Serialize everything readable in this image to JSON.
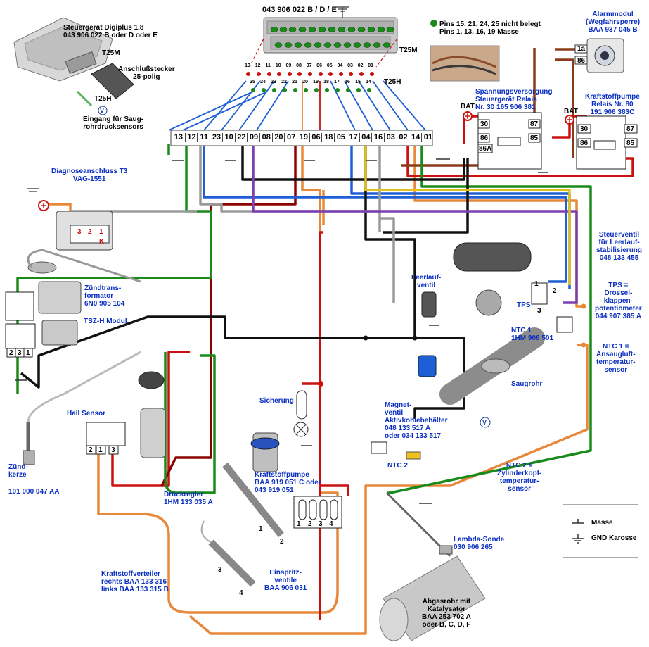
{
  "title_main": "Steuergerät Digiplus 1.8",
  "ecu_partno": "043 906 022 B oder D oder E",
  "top_partno": "043 906 022 B / D / E",
  "t25m": "T25M",
  "t25m_2": "T25M",
  "t25h": "T25H",
  "t25h_2": "T25H",
  "connector_label": [
    "Anschlußstecker",
    "25-polig"
  ],
  "intake_signal": [
    "Eingang für Saug-",
    "rohrdrucksensors"
  ],
  "pins_note": [
    "Pins 15, 21, 24, 25 nicht belegt",
    "Pins 1, 13, 16, 19 Masse"
  ],
  "alarm": [
    "Alarmmodul",
    "(Wegfahrsperre)",
    "BAA 937 045 B"
  ],
  "alarm_pins": [
    "1a",
    "86"
  ],
  "relay_ecu": [
    "Spannungsversorgung",
    "Steuergerät Relais",
    "Nr. 30   165 906 381"
  ],
  "relay_pump": [
    "Kraftstoffpumpe",
    "Relais Nr. 80",
    "191 906 383C"
  ],
  "bat": "BAT",
  "relay1_pins": [
    "30",
    "87",
    "86",
    "85",
    "86A"
  ],
  "relay2_pins": [
    "30",
    "87",
    "86",
    "85"
  ],
  "diag": [
    "Diagnoseanschluss T3",
    "VAG-1551"
  ],
  "diag_pins": [
    "3",
    "2",
    "1",
    "K"
  ],
  "ign_transformer": [
    "Zündtrans-",
    "formator",
    "6N0 905 104"
  ],
  "tsz": "TSZ-H Modul",
  "tsz_pins": [
    "2",
    "3",
    "1"
  ],
  "hall": "Hall Sensor",
  "hall_pins": [
    "2",
    "1",
    "3"
  ],
  "spark": [
    "Zünd-",
    "kerze"
  ],
  "spark_part": "101 000 047 AA",
  "idle_valve": [
    "Leerlauf-",
    "ventil"
  ],
  "idle_control": [
    "Steuerventil",
    "für Leerlauf-",
    "stabilisierung",
    "048 133 455"
  ],
  "tps": "TPS",
  "tps_pins": [
    "1",
    "2",
    "3"
  ],
  "tps_desc": [
    "TPS =",
    "Drossel-",
    "klappen-",
    "potentiometer",
    "044 907 385 A"
  ],
  "ntc1": [
    "NTC 1",
    "1HM 906 501"
  ],
  "ntc1_desc": [
    "NTC 1 =",
    "Ansaugluft-",
    "temperatur-",
    "sensor"
  ],
  "manifold": "Saugrohr",
  "v_label": "V",
  "v_label_2": "V",
  "fuse": "Sicherung",
  "solenoid": [
    "Magnet-",
    "ventil",
    "Aktivkohlebehälter",
    "048 133 517 A",
    "oder 034 133 517"
  ],
  "ntc2": "NTC 2",
  "ntc2_desc": [
    "NTC 2 =",
    "Zylinderkopf-",
    "temperatur-",
    "sensor"
  ],
  "fuel_pump": [
    "Kraftstoffpumpe",
    "BAA 919 051 C oder",
    "043 919 051"
  ],
  "pressure_reg": [
    "Druckregler",
    "1HM 133 035 A"
  ],
  "injectors": [
    "Einspritz-",
    "ventile",
    "BAA 906 031"
  ],
  "inj_pins": [
    "1",
    "2",
    "3",
    "4"
  ],
  "inj_numbers": [
    "1",
    "2",
    "3",
    "4"
  ],
  "fuel_rail": [
    "Kraftstoffverteiler",
    "rechts BAA 133 316",
    "links BAA 133 315 B"
  ],
  "lambda": [
    "Lambda-Sonde",
    "030 906 265"
  ],
  "exhaust": [
    "Abgasrohr mit",
    "Katalysator",
    "BAA 253 702 A",
    "oder B, C, D, F"
  ],
  "legend": {
    "masse": "Masse",
    "gnd": "GND Karosse"
  },
  "connector_pins": [
    "13",
    "12",
    "11",
    "23",
    "10",
    "22",
    "09",
    "08",
    "20",
    "07",
    "19",
    "06",
    "18",
    "05",
    "17",
    "04",
    "16",
    "03",
    "02",
    "14",
    "01"
  ],
  "connector_top_row1": [
    "13",
    "12",
    "11",
    "10",
    "09",
    "08",
    "07",
    "06",
    "05",
    "04",
    "03",
    "02",
    "01"
  ],
  "connector_top_row2": [
    "25",
    "24",
    "23",
    "22",
    "21",
    "20",
    "19",
    "18",
    "17",
    "16",
    "15",
    "14"
  ],
  "colors": {
    "red": "#cc1111",
    "darkred": "#8b0000",
    "orange": "#e8883a",
    "green": "#1a8a1a",
    "blue": "#1e5fd6",
    "gray": "#9a9a9a",
    "black": "#111111",
    "purple": "#7b3fb0",
    "yellow": "#e0c020",
    "brown": "#8b5a2b",
    "label_blue": "#0a2fc2"
  }
}
